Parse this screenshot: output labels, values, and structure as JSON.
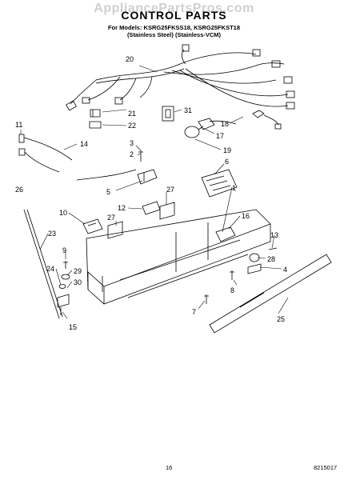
{
  "watermark": "AppliancePartsPros.com",
  "title": "CONTROL PARTS",
  "models_line1": "For Models: KSRG25FKSS18, KSRG25FKST18",
  "models_line2": "(Stainless Steel)   (Stainless-VCM)",
  "callouts": {
    "c1": "1",
    "c2": "2",
    "c3": "3",
    "c4": "4",
    "c5": "5",
    "c6": "6",
    "c7": "7",
    "c8": "8",
    "c9": "9",
    "c10": "10",
    "c11": "11",
    "c12": "12",
    "c13": "13",
    "c14": "14",
    "c15": "15",
    "c16": "16",
    "c17": "17",
    "c18": "18",
    "c19": "19",
    "c20": "20",
    "c21": "21",
    "c22": "22",
    "c23": "23",
    "c24": "24",
    "c25": "25",
    "c26": "26",
    "c27a": "27",
    "c27b": "27",
    "c28": "28",
    "c29": "29",
    "c30": "30",
    "c31": "31"
  },
  "footer": {
    "page": "16",
    "code": "8215017"
  }
}
